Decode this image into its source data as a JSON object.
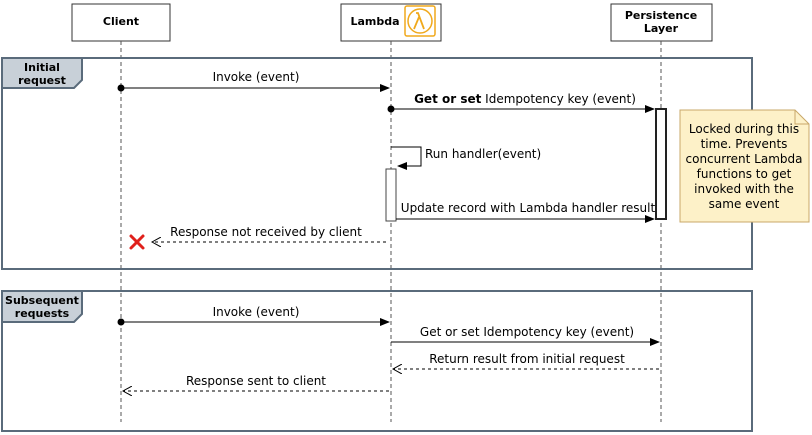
{
  "participants": {
    "client": "Client",
    "lambda": "Lambda",
    "persistence_line1": "Persistence",
    "persistence_line2": "Layer"
  },
  "frames": {
    "initial_line1": "Initial",
    "initial_line2": "request",
    "subsequent_line1": "Subsequent",
    "subsequent_line2": "requests"
  },
  "initial": {
    "invoke": "Invoke (event)",
    "get_set_bold": "Get or set",
    "get_set_rest": " Idempotency key (event)",
    "run_handler": "Run handler(event)",
    "update_record": "Update record with Lambda handler result",
    "response_not_received": "Response not received by client"
  },
  "subsequent": {
    "invoke": "Invoke (event)",
    "get_set": "Get or set Idempotency key (event)",
    "return_result": "Return result from initial request",
    "response_sent": "Response sent to client"
  },
  "note": {
    "line1": "Locked during this",
    "line2": "time. Prevents",
    "line3": "concurrent Lambda",
    "line4": "functions to get",
    "line5": "invoked with the",
    "line6": "same event"
  },
  "colors": {
    "frame_border": "#5a6b7b",
    "frame_tab": "#c8d0d8",
    "note_fill": "#fdf1c8",
    "note_border": "#c9a86a",
    "lambda_icon": "#f0a91c",
    "error_x": "#e0201b"
  },
  "icons": {
    "lambda": "aws-lambda-icon",
    "failure": "red-x-icon"
  }
}
